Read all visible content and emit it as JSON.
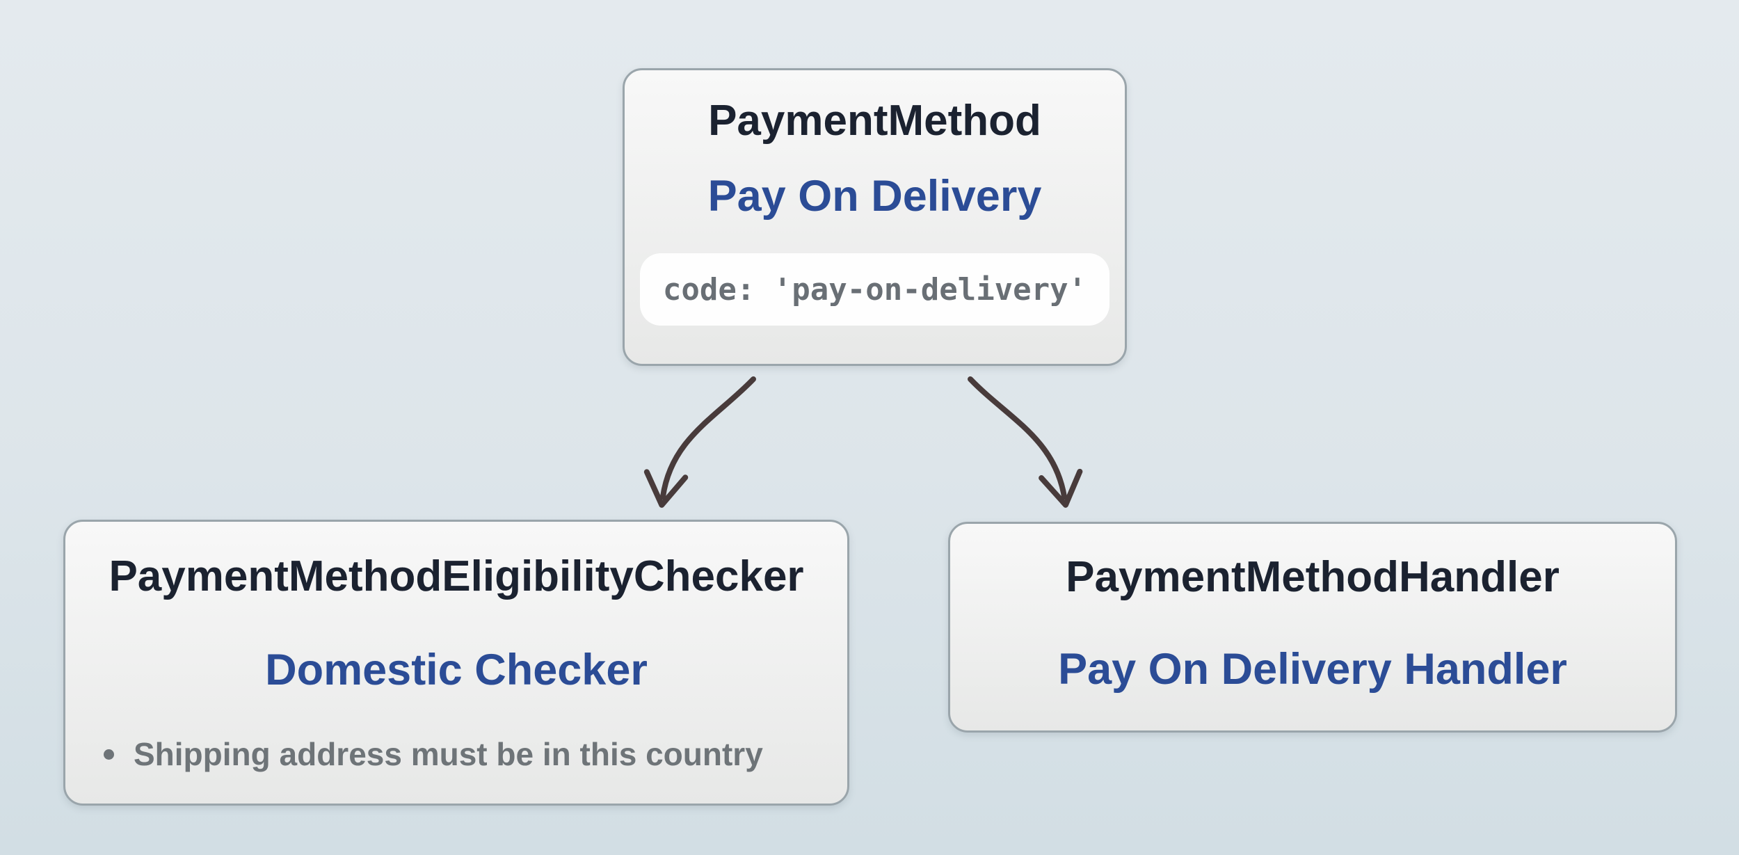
{
  "diagram": {
    "nodes": {
      "payment_method": {
        "title": "PaymentMethod",
        "subtitle": "Pay On Delivery",
        "code": "code: 'pay-on-delivery'"
      },
      "eligibility_checker": {
        "title": "PaymentMethodEligibilityChecker",
        "subtitle": "Domestic Checker",
        "bullets": [
          "Shipping address must be in this country"
        ]
      },
      "handler": {
        "title": "PaymentMethodHandler",
        "subtitle": "Pay On Delivery Handler"
      }
    },
    "edges": [
      {
        "from": "PaymentMethod",
        "to": "PaymentMethodEligibilityChecker"
      },
      {
        "from": "PaymentMethod",
        "to": "PaymentMethodHandler"
      }
    ]
  },
  "colors": {
    "bg_top": "#e4eaee",
    "bg_mid": "#dde5ea",
    "bg_bottom": "#d2dee4",
    "box_border": "#9aa5ab",
    "box_fill_top": "#f8f8f8",
    "box_fill_bottom": "#e7e8e7",
    "title_text": "#1b2230",
    "accent_blue": "#2b4c96",
    "code_bg": "#fefefe",
    "code_text": "#696f75",
    "muted_text": "#6e7478",
    "arrow": "#483b3b"
  }
}
